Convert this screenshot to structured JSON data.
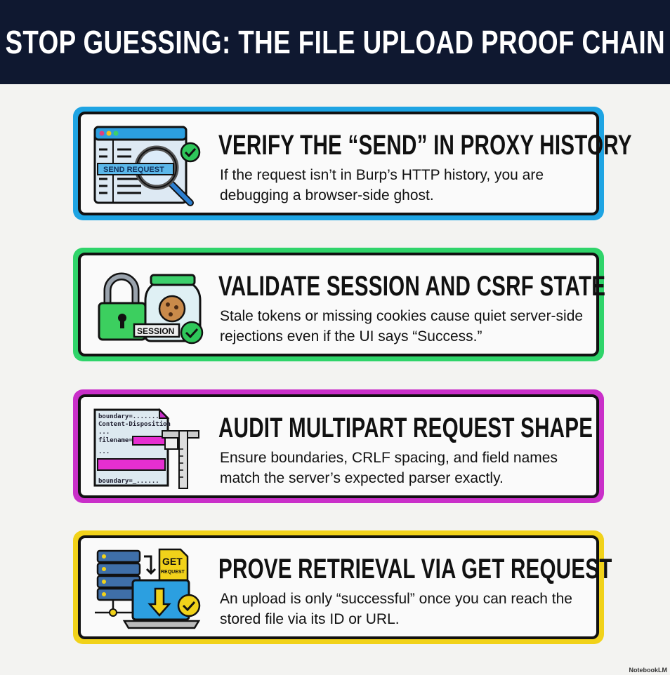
{
  "title": "STOP GUESSING: THE FILE UPLOAD PROOF CHAIN",
  "cards": [
    {
      "heading": "VERIFY THE “SEND” IN PROXY HISTORY",
      "body": "If the request isn’t in Burp’s HTTP history, you are debugging a browser-side ghost.",
      "color": "#1ea4e3",
      "icon": "browser-magnifier-check-icon",
      "icon_label": "SEND REQUEST"
    },
    {
      "heading": "VALIDATE SESSION AND CSRF STATE",
      "body": "Stale tokens or missing cookies cause quiet server-side rejections even if the UI says “Success.”",
      "color": "#2fd46a",
      "icon": "lock-cookie-jar-icon",
      "icon_label": "SESSION"
    },
    {
      "heading": "AUDIT MULTIPART REQUEST SHAPE",
      "body": "Ensure boundaries, CRLF spacing, and field names match the server’s expected parser exactly.",
      "color": "#c92fc9",
      "icon": "multipart-caliper-icon",
      "icon_lines": [
        "boundary=.......",
        "Content-Disposition",
        "...",
        "filename=",
        "...",
        "boundary=_......"
      ]
    },
    {
      "heading": "PROVE RETRIEVAL VIA GET REQUEST",
      "body": "An upload is only “successful” once you can reach the stored file via its ID or URL.",
      "color": "#f1d21a",
      "icon": "server-laptop-download-icon",
      "icon_label": [
        "GET",
        "REQUEST"
      ]
    }
  ],
  "footer": "NotebookLM"
}
